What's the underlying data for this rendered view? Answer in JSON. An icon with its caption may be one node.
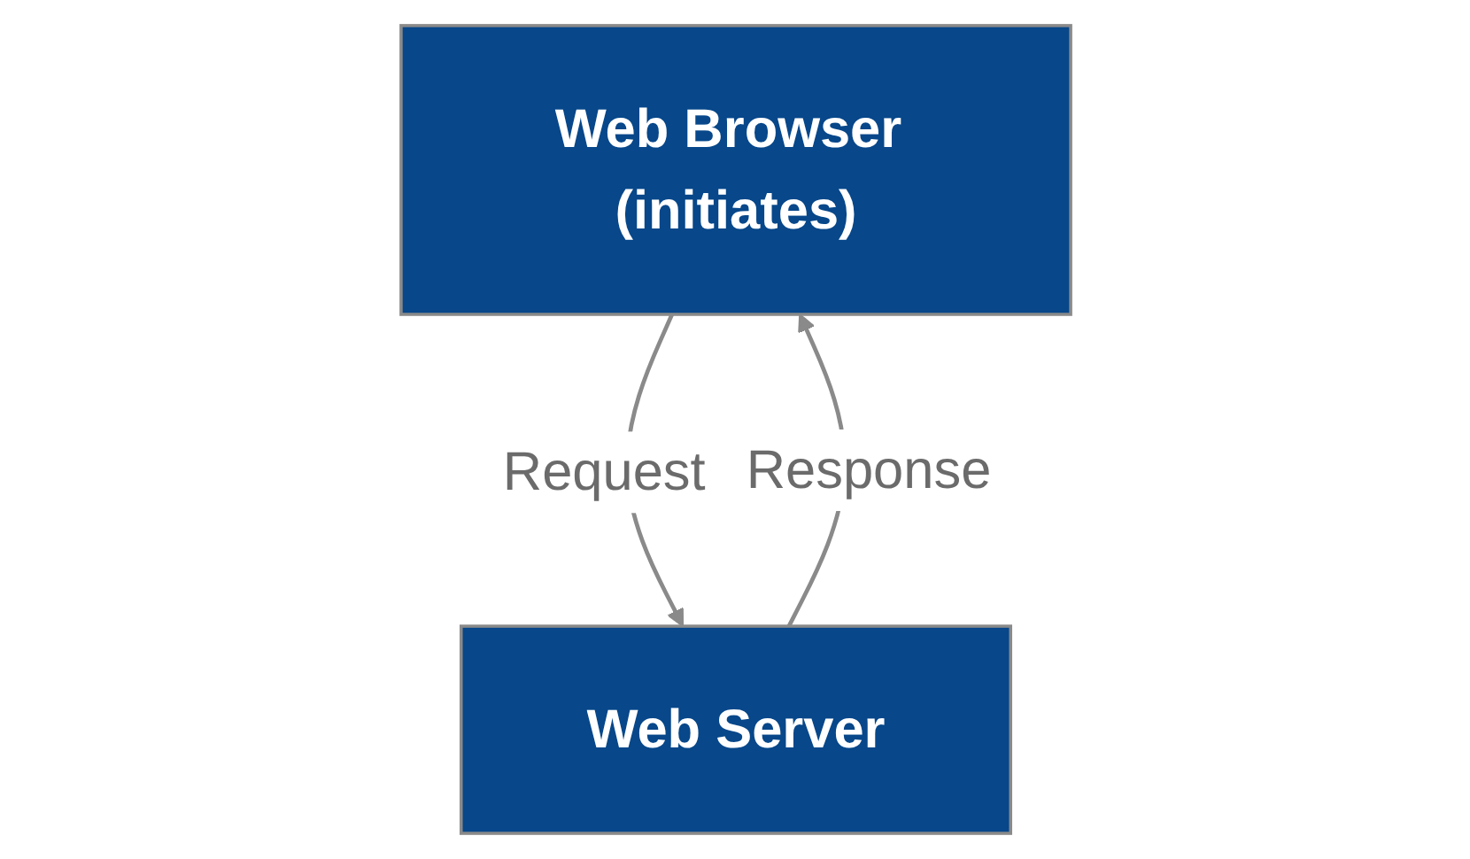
{
  "diagram": {
    "nodes": [
      {
        "text": [
          "Web Browser (initiates)"
        ]
      },
      {
        "text": [
          "Web Server"
        ]
      }
    ],
    "edges": [
      {
        "from": 0,
        "to": 1,
        "arrow": "to",
        "label": "Request"
      },
      {
        "from": 1,
        "to": 0,
        "arrow": "to",
        "label": "Response"
      }
    ]
  }
}
